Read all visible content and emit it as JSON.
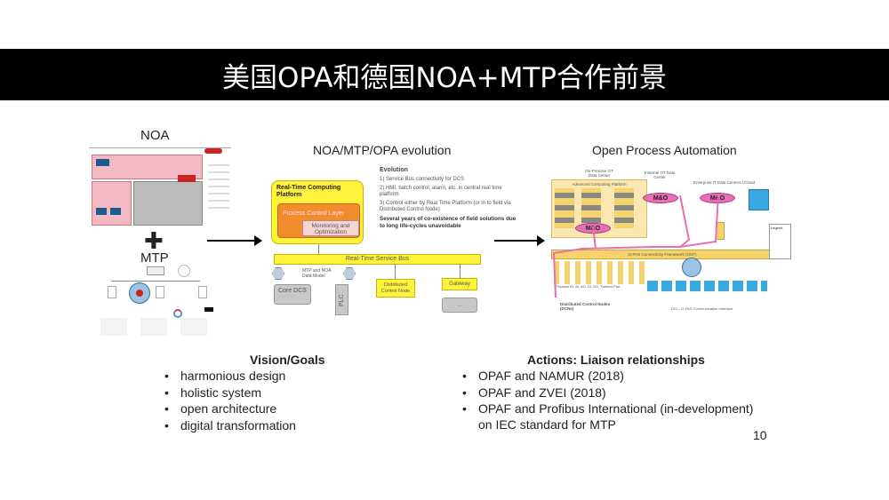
{
  "title": "美国OPA和德国NOA+MTP合作前景",
  "left": {
    "noa_label": "NOA",
    "mtp_label": "MTP",
    "plus": "✚"
  },
  "middle": {
    "heading": "NOA/MTP/OPA evolution",
    "platform": "Real-Time Computing Platform",
    "pcl": "Process Control Layer",
    "mo": "Monitoring and Optimization",
    "evolution_title": "Evolution",
    "evolution_items": [
      "1)  Service Bus connectivity for DCS",
      "2)  HMI, batch control, alarm, etc. in central real time platform",
      "3)  Control either by Real Time Platform (or in to field via Distributed Control Node)"
    ],
    "evolution_note": "Several years of co-existence of field solutions due to long life-cycles unavoidable",
    "bus": "Real-Time Service Bus",
    "mtp_model": "MTP and NOA Data Model",
    "core_dcs": "Core DCS",
    "plc": "PLC",
    "dcn": "Distributed Control Node",
    "gateway": "Gateway",
    "ellipsis": "..."
  },
  "right": {
    "heading": "Open Process Automation",
    "onprem": "On-Premise OT Data Center",
    "acp": "Advanced Computing Platform",
    "external": "External OT Data Center",
    "enterprise": "Enterprise IT Data Centers / Cloud",
    "mo": "M&O",
    "ocf": "O-PAS Connectivity Framework (OCF)",
    "dcn_label": "Distributed Control Nodes (DCNs)",
    "physical_io": "Physical IO: AI, AO, DI, DO, Twisted Pair...",
    "dci": "DCI – O-PAS Communication Interface",
    "legend": "Legend"
  },
  "vision": {
    "heading": "Vision/Goals",
    "items": [
      "harmonious design",
      "holistic system",
      "open architecture",
      "digital transformation"
    ]
  },
  "actions": {
    "heading": "Actions: Liaison relationships",
    "items": [
      "OPAF and NAMUR (2018)",
      "OPAF and ZVEI (2018)",
      "OPAF and Profibus International (in-development)"
    ],
    "continuation": "on IEC standard for MTP"
  },
  "page_number": "10"
}
